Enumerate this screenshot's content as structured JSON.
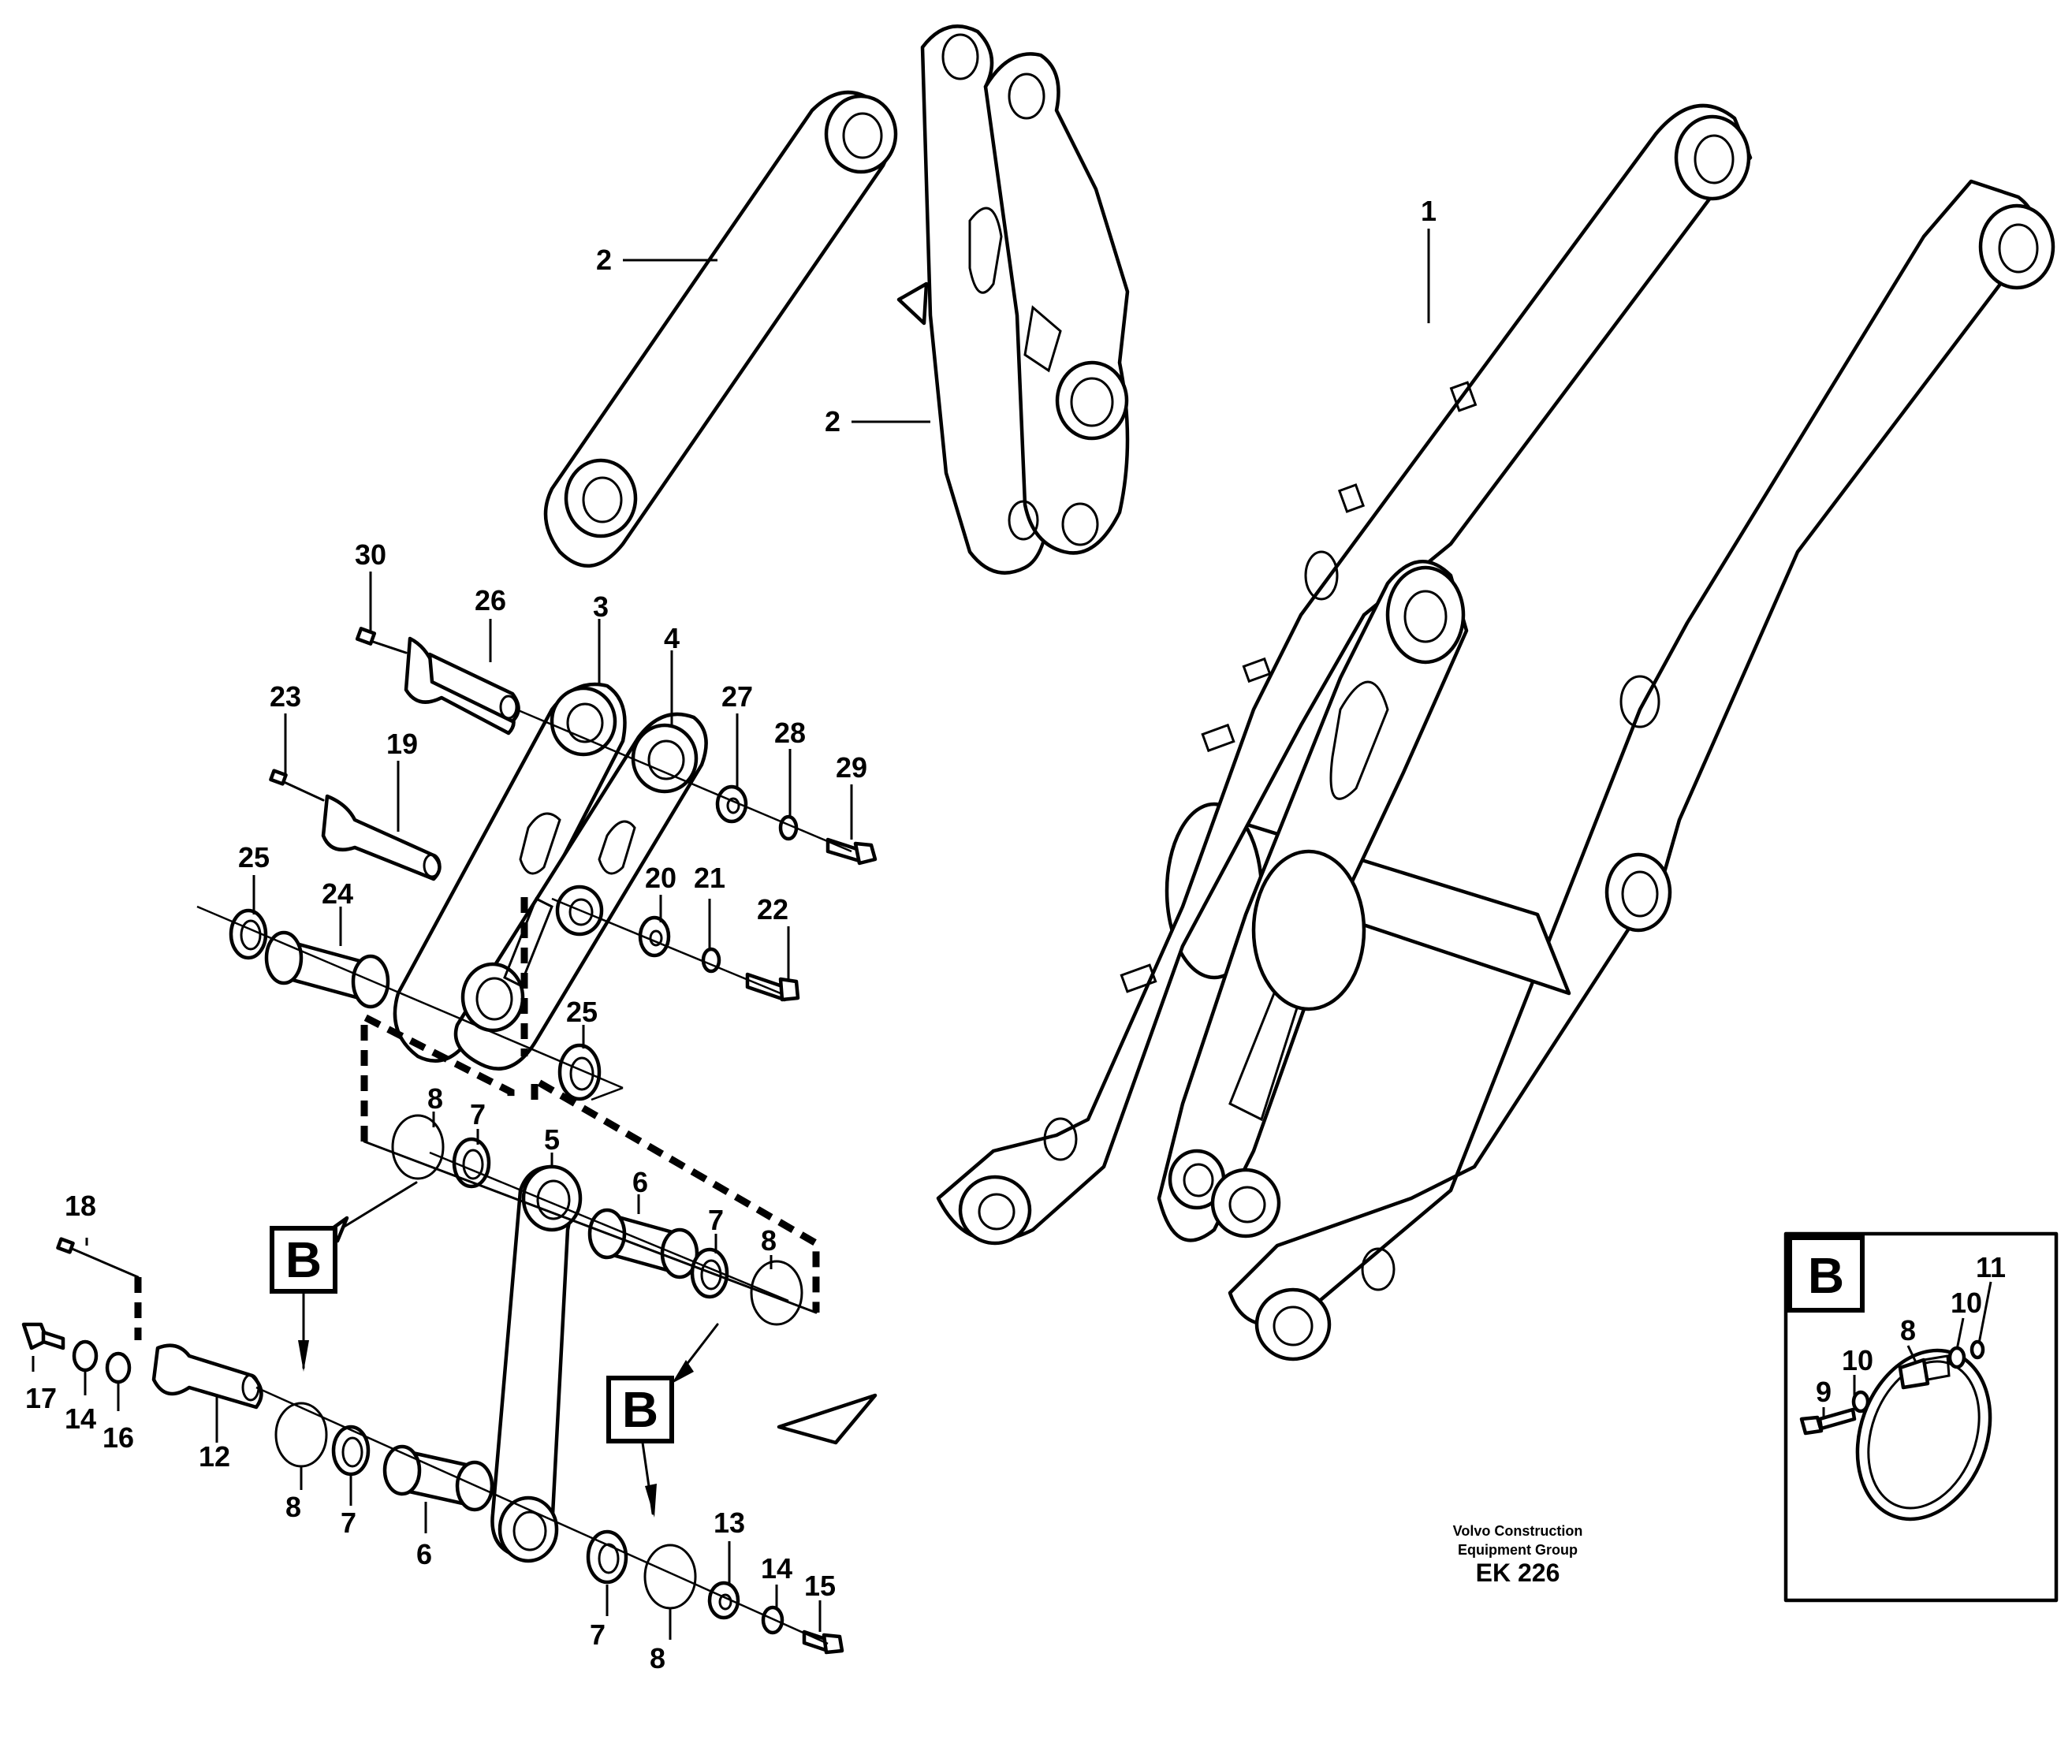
{
  "callouts": {
    "c1": "1",
    "c2a": "2",
    "c2b": "2",
    "c3": "3",
    "c4": "4",
    "c5": "5",
    "c6a": "6",
    "c6b": "6",
    "c7a": "7",
    "c7b": "7",
    "c7c": "7",
    "c7d": "7",
    "c8a": "8",
    "c8b": "8",
    "c8c": "8",
    "c8d": "8",
    "c8e": "8",
    "c9": "9",
    "c10a": "10",
    "c10b": "10",
    "c11": "11",
    "c12": "12",
    "c13": "13",
    "c14a": "14",
    "c14b": "14",
    "c15": "15",
    "c16": "16",
    "c17": "17",
    "c18": "18",
    "c19": "19",
    "c20": "20",
    "c21": "21",
    "c22": "22",
    "c23": "23",
    "c24": "24",
    "c25a": "25",
    "c25b": "25",
    "c26": "26",
    "c27": "27",
    "c28": "28",
    "c29": "29",
    "c30": "30"
  },
  "detail_marker": {
    "letter_1": "B",
    "letter_2": "B",
    "inset_letter": "B"
  },
  "credit": {
    "line1": "Volvo Construction",
    "line2": "Equipment Group",
    "code": "EK 226"
  }
}
